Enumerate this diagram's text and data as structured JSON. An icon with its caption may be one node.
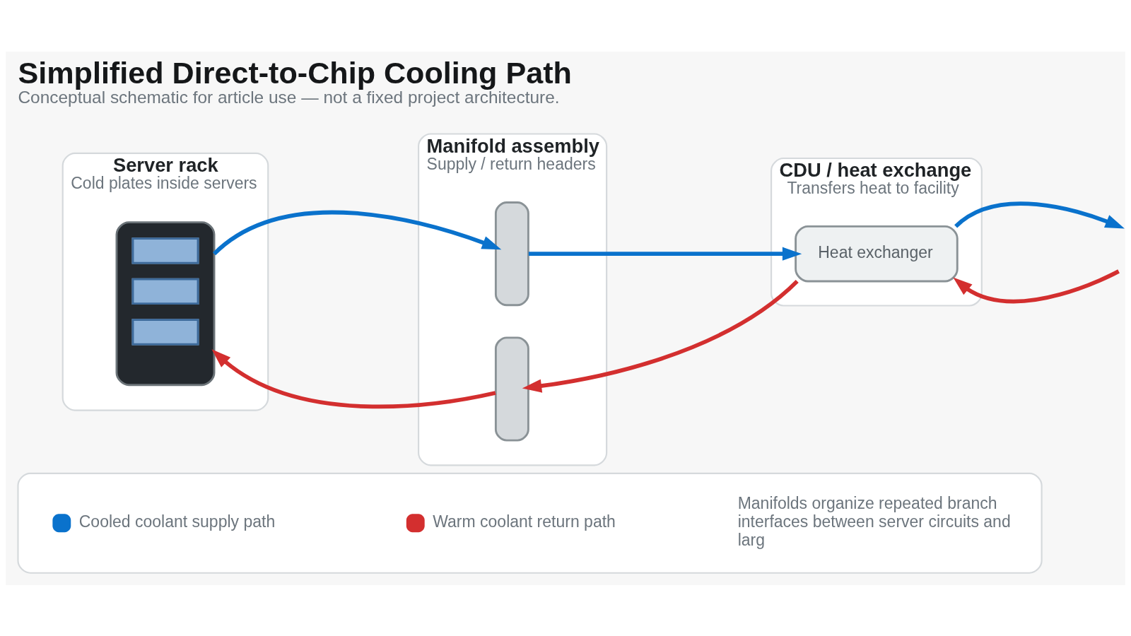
{
  "diagram": {
    "title": "Simplified Direct-to-Chip Cooling Path",
    "caption": "Conceptual schematic for article use — not a fixed project architecture.",
    "nodes": [
      {
        "text": [
          "Server rack",
          "Cold plates inside servers"
        ]
      },
      {
        "text": [],
        "shape": "picture",
        "in": 0
      },
      {
        "text": [
          "Manifold assembly",
          "Supply / return headers"
        ]
      },
      {
        "text": [],
        "shape": "bar",
        "in": 2
      },
      {
        "text": [],
        "shape": "bar",
        "in": 2
      },
      {
        "text": [
          "CDU / heat exchange",
          "Transfers heat to facility"
        ]
      },
      {
        "text": [
          "Heat exchanger"
        ],
        "in": 5
      },
      {
        "text": [],
        "shape": "box"
      }
    ],
    "edges": [
      {
        "from": 1,
        "to": 3,
        "arrow": "to",
        "color": "#0a72cc"
      },
      {
        "from": 3,
        "to": 6,
        "arrow": "to",
        "color": "#0a72cc"
      },
      {
        "from": 6,
        "to": null,
        "arrow": "to",
        "color": "#0a72cc"
      },
      {
        "from": null,
        "to": 6,
        "arrow": "to",
        "color": "#d32f2f"
      },
      {
        "from": 6,
        "to": 4,
        "arrow": "to",
        "color": "#d32f2f"
      },
      {
        "from": 4,
        "to": 1,
        "arrow": "to",
        "color": "#d32f2f"
      }
    ],
    "labels": [
      "Manifolds organize repeated branch interfaces between server circuits and larg"
    ],
    "legend": [
      {
        "text": "Cooled coolant supply path",
        "color": "#0a72cc"
      },
      {
        "text": "Warm coolant return path",
        "color": "#d32f2f"
      }
    ]
  }
}
